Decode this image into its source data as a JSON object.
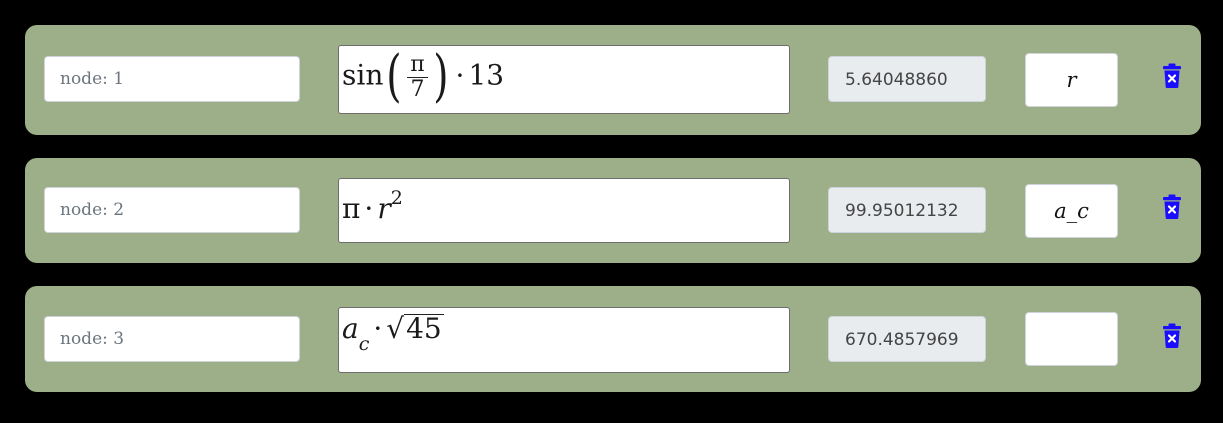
{
  "nodes": [
    {
      "name_placeholder": "node: 1",
      "name_value": "",
      "expression": {
        "func": "sin",
        "frac_num": "π",
        "frac_den": "7",
        "dot": "·",
        "factor": "13"
      },
      "result": "5.64048860",
      "variable": "r"
    },
    {
      "name_placeholder": "node: 2",
      "name_value": "",
      "expression": {
        "pi": "π",
        "dot": "·",
        "var": "r",
        "exp": "2"
      },
      "result": "99.95012132",
      "variable": "a_c"
    },
    {
      "name_placeholder": "node: 3",
      "name_value": "",
      "expression": {
        "var": "a",
        "sub": "c",
        "dot": "·",
        "sqrt_sign": "√",
        "radicand": "45"
      },
      "result": "670.4857969",
      "variable": ""
    }
  ],
  "icons": {
    "delete": "trash-x-icon"
  },
  "colors": {
    "background": "#000000",
    "row_bg": "#9caf88",
    "delete_icon": "#1a0dff",
    "result_bg": "#e9ecef"
  }
}
